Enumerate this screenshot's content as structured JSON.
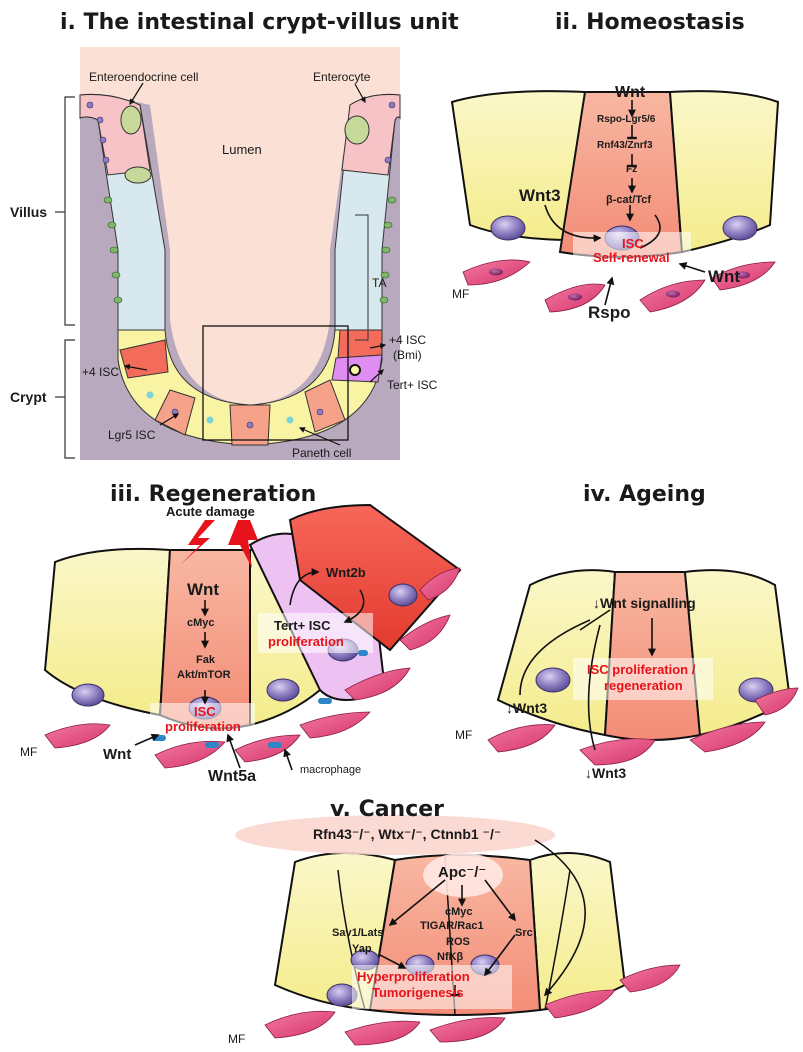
{
  "panels": {
    "p1": {
      "title": "i. The intestinal crypt-villus unit",
      "lumen": "Lumen",
      "villus": "Villus",
      "crypt": "Crypt",
      "enteroendocrine": "Enteroendocrine cell",
      "enterocyte": "Enterocyte",
      "ta": "TA",
      "isc4": "+4 ISC",
      "isc4_right": "+4 ISC",
      "bmi": "(Bmi)",
      "tert": "Tert+ ISC",
      "lgr5": "Lgr5 ISC",
      "paneth": "Paneth cell"
    },
    "p2": {
      "title": "ii. Homeostasis",
      "wnt_top": "Wnt",
      "rspo_lgr": "Rspo-Lgr5/6",
      "rnf": "Rnf43/Znrf3",
      "fz": "Fz",
      "bcat": "β-cat/Tcf",
      "wnt3": "Wnt3",
      "isc": "ISC",
      "self_renewal": "Self-renewal",
      "wnt_right": "Wnt",
      "mf": "MF",
      "rspo": "Rspo"
    },
    "p3": {
      "title": "iii. Regeneration",
      "acute": "Acute damage",
      "wnt2b": "Wnt2b",
      "wnt": "Wnt",
      "cmyc": "cMyc",
      "fak": "Fak",
      "akt": "Akt/mTOR",
      "tert": "Tert+ ISC",
      "prolif_tert": "proliferation",
      "isc": "ISC",
      "prolif": "proliferation",
      "mf": "MF",
      "wnt_low": "Wnt",
      "wnt5a": "Wnt5a",
      "macrophage": "macrophage"
    },
    "p4": {
      "title": "iv. Ageing",
      "wnt_sig": "↓Wnt signalling",
      "isc_line1": "ISC proliferation /",
      "isc_line2": "regeneration",
      "wnt3_left": "↓Wnt3",
      "wnt3_bottom": "↓Wnt3",
      "mf": "MF"
    },
    "p5": {
      "title": "v. Cancer",
      "mutations": "Rfn43⁻/⁻, Wtx⁻/⁻, Ctnnb1 ⁻/⁻",
      "apc": "Apc⁻/⁻",
      "cmyc": "cMyc",
      "tigar": "TIGAR/Rac1",
      "ros": "ROS",
      "nfkb": "NfKβ",
      "sav": "Sav1/Lats",
      "yap": "Yap",
      "src": "Src",
      "hyper": "Hyperproliferation",
      "tumor": "Tumorigenesis",
      "mf": "MF"
    }
  },
  "colors": {
    "lumen_bg": "#fbe1d5",
    "tissue_bg": "#b8a9bf",
    "villus_cell": "#d7e8ee",
    "enterocyte_pink": "#f7c3c6",
    "enteroendocrine_green": "#c7d99a",
    "paneth_yellow": "#f9f3a4",
    "isc_red": "#f26b5b",
    "tert_purple": "#e08df2",
    "crypt_salmon": "#f6a28a",
    "mf_pink": "#e8467e",
    "nucleus_purple": "#8c7cc0",
    "highlight_red": "#e8121a"
  }
}
